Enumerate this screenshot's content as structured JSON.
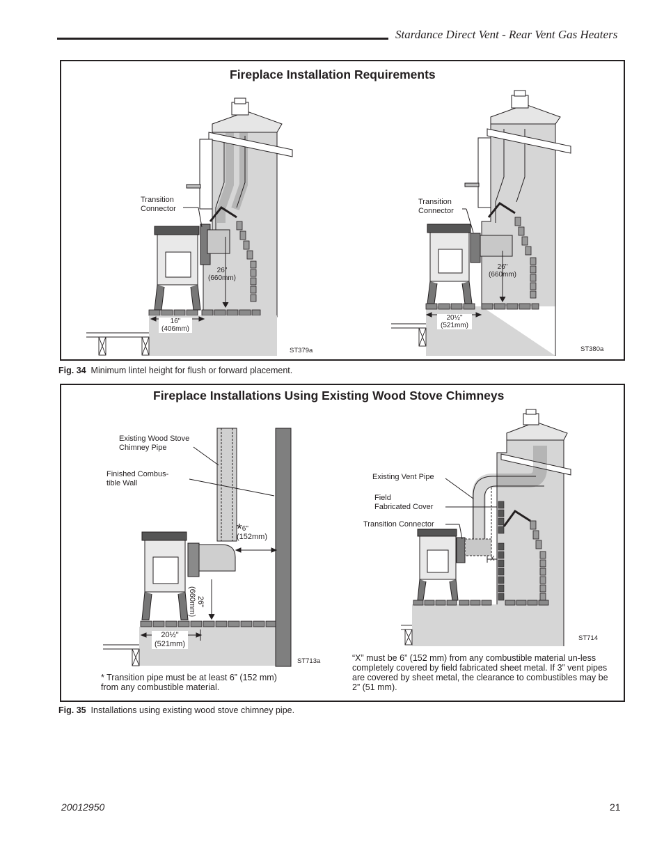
{
  "header": {
    "title": "Stardance Direct Vent - Rear Vent Gas Heaters"
  },
  "fig34": {
    "title": "Fireplace Installation Requirements",
    "left": {
      "transition_label": "Transition\nConnector",
      "height_label": "26\"\n(660mm)",
      "depth_label": "16\"\n(406mm)",
      "code": "ST379a"
    },
    "right": {
      "transition_label": "Transition\nConnector",
      "height_label": "26\"\n(660mm)",
      "depth_label": "20½\"\n(521mm)",
      "code": "ST380a"
    },
    "caption_num": "Fig. 34",
    "caption_text": "Minimum lintel height for flush or forward placement."
  },
  "fig35": {
    "title": "Fireplace Installations Using Existing Wood Stove Chimneys",
    "left": {
      "chimney_label": "Existing Wood Stove\nChimney Pipe",
      "wall_label": "Finished Combus-\ntible Wall",
      "clearance_star": "*",
      "clearance_label": "6\"",
      "clearance_mm": "(152mm)",
      "height_label": "26\"\n(660mm)",
      "depth_label": "20½\"\n(521mm)",
      "code": "ST713a",
      "note": "* Transition pipe must be at least 6” (152 mm) from any combustible material."
    },
    "right": {
      "vent_label": "Existing Vent Pipe",
      "cover_label": "Field\nFabricated Cover",
      "transition_label": "Transition Connector",
      "x_label": "X",
      "code": "ST714",
      "note": "“X” must be 6” (152 mm) from any combustible material un-less completely covered by field fabricated sheet metal. If 3” vent pipes are covered by sheet metal, the clearance to combustibles may be 2” (51 mm)."
    },
    "caption_num": "Fig. 35",
    "caption_text": "Installations using existing wood stove chimney pipe."
  },
  "footer": {
    "doc_number": "20012950",
    "page_number": "21"
  }
}
